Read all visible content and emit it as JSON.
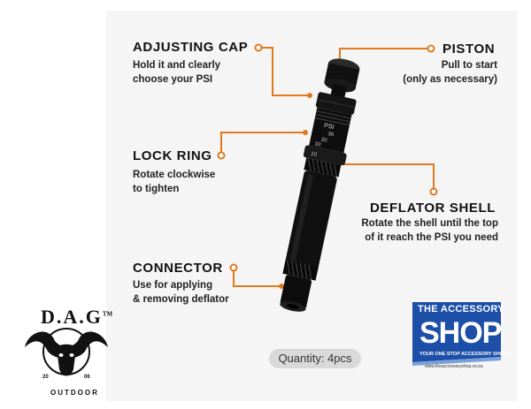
{
  "labels": {
    "adjusting_cap": {
      "title": "ADJUSTING CAP",
      "lines": [
        "Hold it and clearly",
        "choose your PSI"
      ]
    },
    "piston": {
      "title": "PISTON",
      "lines": [
        "Pull to start",
        "(only as necessary)"
      ]
    },
    "lock_ring": {
      "title": "LOCK RING",
      "lines": [
        "Rotate clockwise",
        "to tighten"
      ]
    },
    "deflator_shell": {
      "title": "DEFLATOR SHELL",
      "lines": [
        "Rotate the shell until the top",
        "of it reach the PSI you need"
      ]
    },
    "connector": {
      "title": "CONNECTOR",
      "lines": [
        "Use for applying",
        "& removing deflator"
      ]
    }
  },
  "scale_labels": {
    "psi": "PSI",
    "top": "30",
    "mid": "20",
    "low": "10",
    "bottom": "10"
  },
  "quantity": "Quantity: 4pcs",
  "brand_left": {
    "name": "D.A.G",
    "tm": "TM",
    "year_left": "20",
    "year_right": "06",
    "sub": "OUTDOOR"
  },
  "brand_right": {
    "top": "THE ACCESSORY",
    "big": "SHOP",
    "tagline": "YOUR ONE STOP ACCESSORY SHOP!",
    "url": "www.theaccessoryshop.co.za"
  },
  "colors": {
    "accent": "#e07a1f",
    "product": "#111111",
    "shop_blue": "#1d4fa8"
  }
}
